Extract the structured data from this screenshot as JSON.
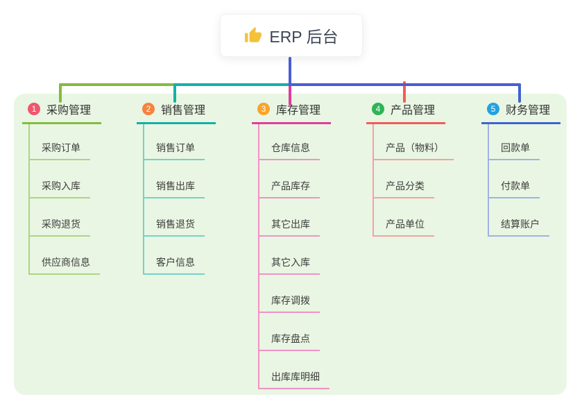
{
  "root": {
    "label": "ERP 后台",
    "icon": "thumbs-up-icon",
    "icon_color": "#f2c239"
  },
  "panel_color": "#e9f6e3",
  "stem_color": "#4a5ed2",
  "branches": [
    {
      "number": "1",
      "title": "采购管理",
      "badge_color": "#f0566e",
      "line_color": "#84bb40",
      "child_line_color": "#abd67f",
      "children": [
        "采购订单",
        "采购入库",
        "采购退货",
        "供应商信息"
      ]
    },
    {
      "number": "2",
      "title": "销售管理",
      "badge_color": "#f6833f",
      "line_color": "#12b1a7",
      "child_line_color": "#72d2ca",
      "children": [
        "销售订单",
        "销售出库",
        "销售退货",
        "客户信息"
      ]
    },
    {
      "number": "3",
      "title": "库存管理",
      "badge_color": "#f9a42b",
      "line_color": "#e03c9c",
      "child_line_color": "#f191c6",
      "children": [
        "仓库信息",
        "产品库存",
        "其它出库",
        "其它入库",
        "库存调拨",
        "库存盘点",
        "出库库明细"
      ]
    },
    {
      "number": "4",
      "title": "产品管理",
      "badge_color": "#2fb457",
      "line_color": "#f25c5c",
      "child_line_color": "#f7a0a0",
      "children": [
        "产品（物料）",
        "产品分类",
        "产品单位"
      ]
    },
    {
      "number": "5",
      "title": "财务管理",
      "badge_color": "#21a2e0",
      "line_color": "#3f64cc",
      "child_line_color": "#9db3e6",
      "children": [
        "回款单",
        "付款单",
        "结算账户"
      ]
    }
  ]
}
